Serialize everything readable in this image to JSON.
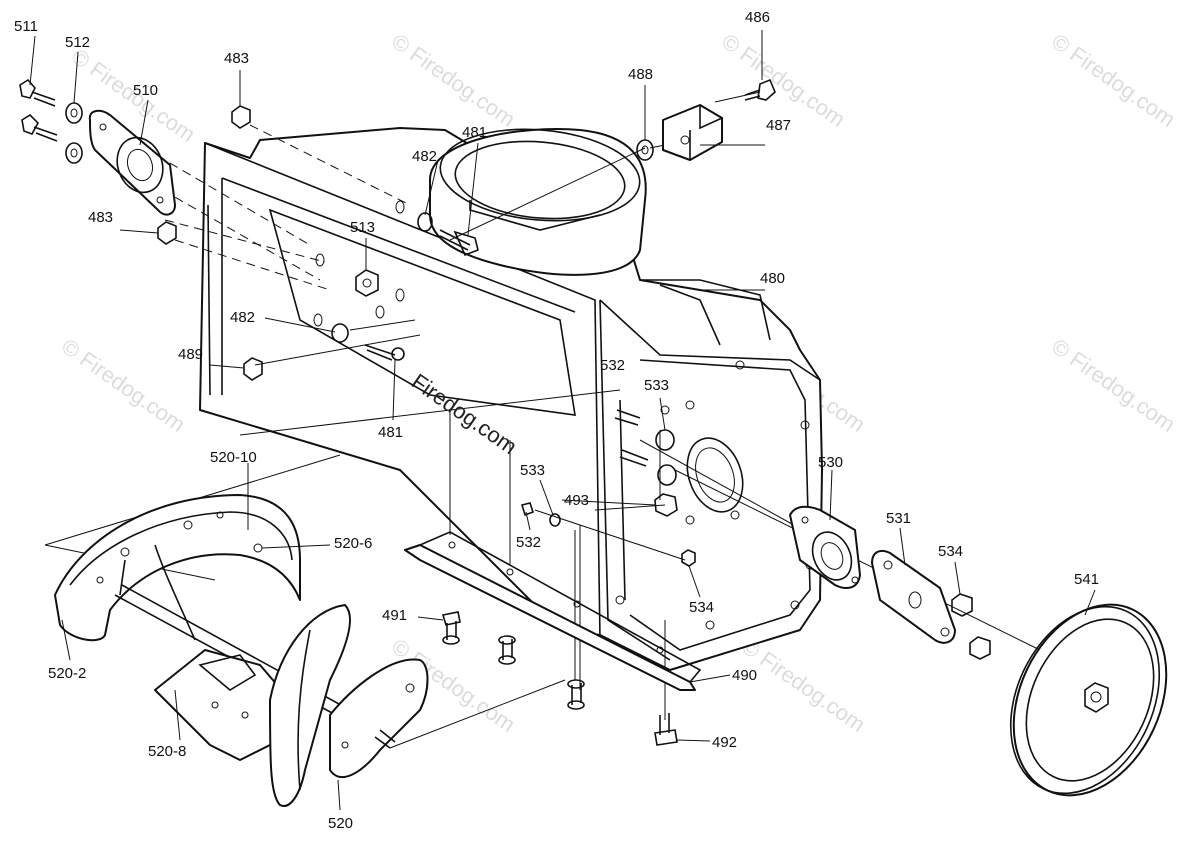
{
  "watermark": {
    "text": "© Firedog.com",
    "center_text": "Firedog.com"
  },
  "callouts": [
    "511",
    "512",
    "510",
    "483",
    "483",
    "481",
    "482",
    "513",
    "482",
    "489",
    "481",
    "486",
    "488",
    "487",
    "480",
    "532",
    "533",
    "530",
    "531",
    "534",
    "541",
    "520-10",
    "520-6",
    "533",
    "493",
    "532",
    "534",
    "491",
    "490",
    "492",
    "520-2",
    "520-8",
    "520"
  ]
}
